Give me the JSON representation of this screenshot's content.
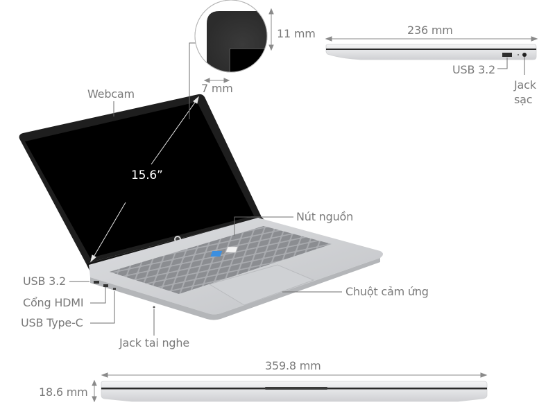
{
  "diagram": {
    "subject": "Laptop dimensions and ports",
    "screen_size": "15.6”",
    "labels": {
      "webcam": "Webcam",
      "power_button": "Nút nguồn",
      "touchpad": "Chuột cảm ứng",
      "left_usb": "USB 3.2",
      "hdmi": "Cổng HDMI",
      "usb_c": "USB Type-C",
      "headphone_jack": "Jack tai nghe",
      "right_usb": "USB 3.2",
      "charging_jack_line1": "Jack",
      "charging_jack_line2": "sạc"
    },
    "dimensions": {
      "bezel_top": "11 mm",
      "bezel_side": "7 mm",
      "depth": "236 mm",
      "width": "359.8 mm",
      "thickness": "18.6 mm"
    },
    "colors": {
      "label_text": "#7a7a7a",
      "leader_line": "#6e6e6e",
      "body_silver": "#cfd0d2",
      "bezel": "#2a2a2a",
      "screen": "#000000",
      "key": "#8d8f93"
    }
  }
}
